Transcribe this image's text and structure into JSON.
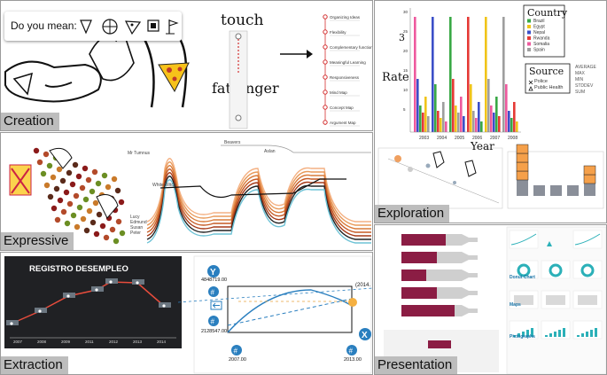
{
  "panels": {
    "creation": "Creation",
    "exploration": "Exploration",
    "expressive": "Expressive",
    "extraction": "Extraction",
    "presentation": "Presentation"
  },
  "creation": {
    "prompt": "Do you mean:",
    "touch": "touch",
    "fat_finger": "fat-finger",
    "list_items": [
      "Organizing Ideas",
      "Flexibility",
      "Complementary functions",
      "Meaningful Learning",
      "Responsiveness",
      "Mind Map",
      "Concept Map",
      "Argument Map"
    ]
  },
  "exploration": {
    "country_title": "Country",
    "countries": [
      "Brazil",
      "Egypt",
      "Nepal",
      "Rwanda",
      "Somalia",
      "Spain"
    ],
    "source_title": "Source",
    "sources": [
      "Police",
      "Public Health"
    ],
    "aggregates": [
      "AVERAGE",
      "MAX",
      "MIN",
      "STDDEV",
      "SUM"
    ],
    "rate_label": "Rate",
    "year_label": "Year",
    "years": [
      "2003",
      "2004",
      "2005",
      "2006",
      "2007",
      "2008"
    ],
    "y_ticks": [
      "30",
      "25",
      "20",
      "15",
      "10",
      "5"
    ],
    "marker": "3"
  },
  "expressive": {
    "names": [
      "Mr Tumnus",
      "Beavers",
      "Aslan",
      "White Witch",
      "Lucy",
      "Edmund",
      "Susan",
      "Peter"
    ]
  },
  "extraction": {
    "title": "REGISTRO DESEMPLEO",
    "x_labels": [
      "2007",
      "2008",
      "2009",
      "2011",
      "2012",
      "2013",
      "2014"
    ],
    "y_top": "4848719.00",
    "y_bottom": "2128547.00",
    "x_left": "2007.00",
    "x_right": "2013.00",
    "year_tag": "(2014.",
    "axis_y": "Y",
    "axis_x": "X",
    "hash": "#"
  },
  "presentation": {
    "donut_title": "Donut Chart",
    "maps_title": "Maps",
    "pictograph_title": "Pictographs"
  }
}
